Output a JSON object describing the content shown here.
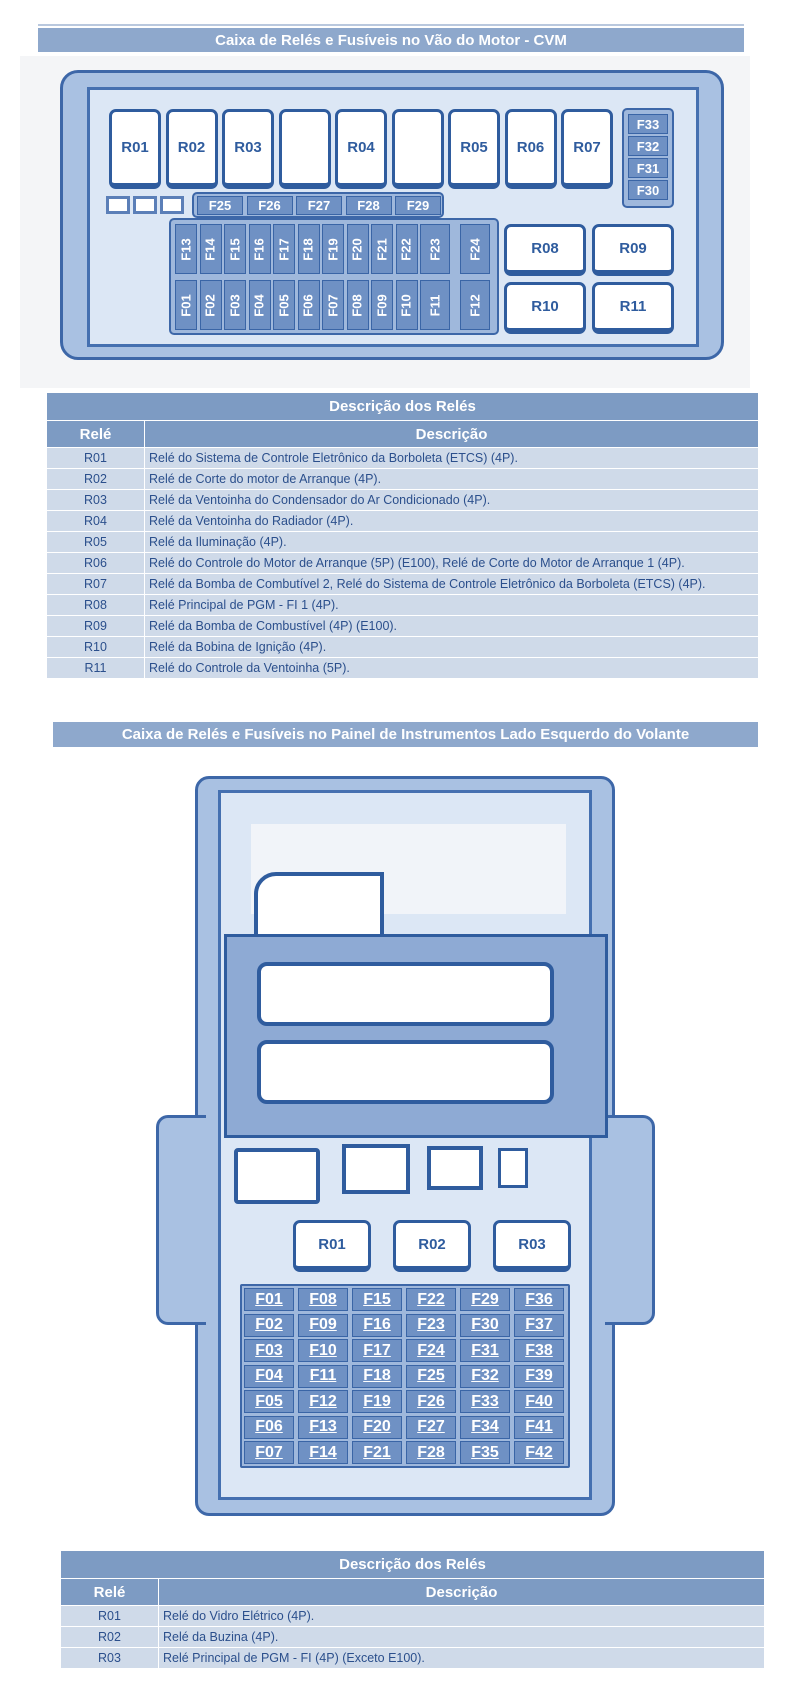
{
  "section1": {
    "title": "Caixa de Relés e Fusíveis no Vão do Motor - CVM",
    "top_relays": [
      "R01",
      "R02",
      "R03",
      "",
      "R04",
      "",
      "R05",
      "R06",
      "R07"
    ],
    "side_fuses": [
      "F33",
      "F32",
      "F31",
      "F30"
    ],
    "mid_fuses": [
      "F25",
      "F26",
      "F27",
      "F28",
      "F29"
    ],
    "upper_fuses": [
      "F13",
      "F14",
      "F15",
      "F16",
      "F17",
      "F18",
      "F19",
      "F20",
      "F21",
      "F22",
      "F23",
      "F24"
    ],
    "lower_fuses": [
      "F01",
      "F02",
      "F03",
      "F04",
      "F05",
      "F06",
      "F07",
      "F08",
      "F09",
      "F10",
      "F11",
      "F12"
    ],
    "right_relays": [
      "R08",
      "R09",
      "R10",
      "R11"
    ]
  },
  "table1": {
    "title": "Descrição dos Relés",
    "col1": "Relé",
    "col2": "Descrição",
    "rows": [
      [
        "R01",
        "Relé do Sistema de Controle Eletrônico da Borboleta (ETCS) (4P)."
      ],
      [
        "R02",
        "Relé de Corte do motor de Arranque (4P)."
      ],
      [
        "R03",
        "Relé da Ventoinha do Condensador do Ar Condicionado (4P)."
      ],
      [
        "R04",
        "Relé  da Ventoinha do Radiador (4P)."
      ],
      [
        "R05",
        "Relé da Iluminação (4P)."
      ],
      [
        "R06",
        "Relé do Controle do Motor de Arranque (5P) (E100), Relé de Corte do Motor de Arranque 1 (4P)."
      ],
      [
        "R07",
        "Relé da Bomba de Combutível 2, Relé do Sistema de Controle Eletrônico da Borboleta (ETCS) (4P)."
      ],
      [
        "R08",
        "Relé Principal de PGM - FI 1 (4P)."
      ],
      [
        "R09",
        "Relé da Bomba de Combustível (4P) (E100)."
      ],
      [
        "R10",
        "Relé da Bobina de Ignição (4P)."
      ],
      [
        "R11",
        "Relé do Controle da Ventoinha (5P)."
      ]
    ]
  },
  "section2": {
    "title": "Caixa de Relés e Fusíveis no Painel de Instrumentos Lado Esquerdo do Volante",
    "relays": [
      "R01",
      "R02",
      "R03"
    ],
    "fuse_columns": [
      [
        "F01",
        "F02",
        "F03",
        "F04",
        "F05",
        "F06",
        "F07"
      ],
      [
        "F08",
        "F09",
        "F10",
        "F11",
        "F12",
        "F13",
        "F14"
      ],
      [
        "F15",
        "F16",
        "F17",
        "F18",
        "F19",
        "F20",
        "F21"
      ],
      [
        "F22",
        "F23",
        "F24",
        "F25",
        "F26",
        "F27",
        "F28"
      ],
      [
        "F29",
        "F30",
        "F31",
        "F32",
        "F33",
        "F34",
        "F35"
      ],
      [
        "F36",
        "F37",
        "F38",
        "F39",
        "F40",
        "F41",
        "F42"
      ]
    ]
  },
  "table2": {
    "title": "Descrição dos Relés",
    "col1": "Relé",
    "col2": "Descrição",
    "rows": [
      [
        "R01",
        "Relé do Vidro Elétrico (4P)."
      ],
      [
        "R02",
        "Relé da Buzina (4P)."
      ],
      [
        "R03",
        "Relé Principal de PGM - FI (4P) (Exceto E100)."
      ]
    ]
  }
}
